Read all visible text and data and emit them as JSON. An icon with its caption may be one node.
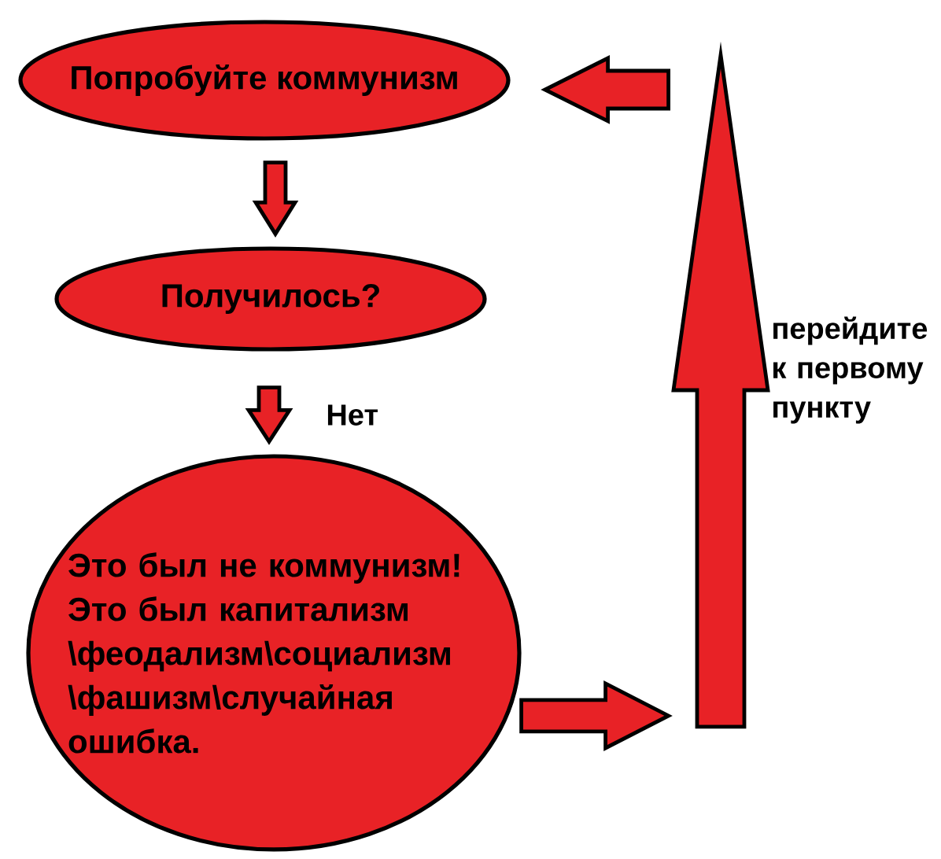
{
  "diagram": {
    "nodes": [
      {
        "text": [
          "Попробуйте коммунизм"
        ]
      },
      {
        "text": [
          "Получилось?"
        ]
      },
      {
        "text": [
          "Это был не коммунизм! Это был капитализм \\феодализм\\социализм \\фашизм\\случайная ошибка."
        ]
      },
      {
        "text": [],
        "shape": "arrow",
        "beside": [
          "перейдите к первому пункту"
        ]
      }
    ],
    "edges": [
      {
        "from": 0,
        "to": 1,
        "arrow": "to"
      },
      {
        "from": 1,
        "to": 2,
        "arrow": "to",
        "label": "Нет"
      },
      {
        "from": 2,
        "to": 3,
        "arrow": "to"
      },
      {
        "from": 3,
        "to": 0,
        "arrow": "to"
      }
    ]
  }
}
